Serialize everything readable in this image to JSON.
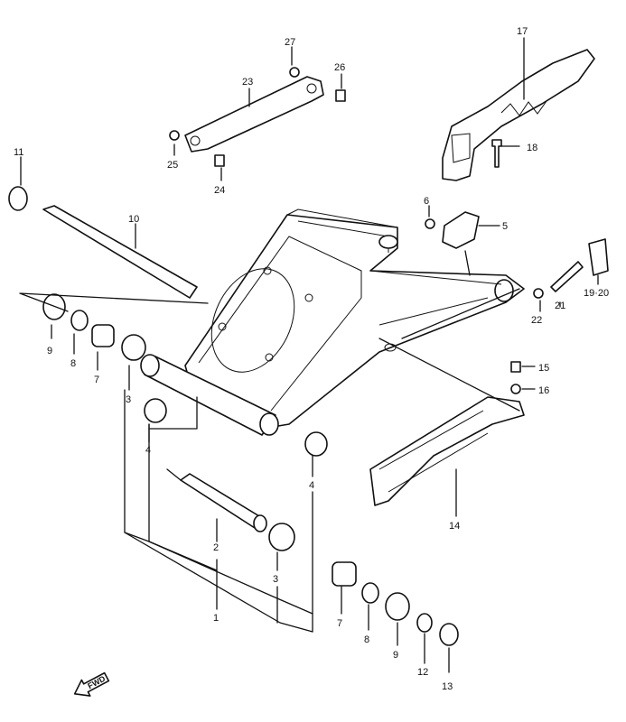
{
  "diagram": {
    "callouts": {
      "c1": "1",
      "c2": "2",
      "c3a": "3",
      "c3b": "3",
      "c4a": "4",
      "c4b": "4",
      "c5": "5",
      "c6": "6",
      "c7a": "7",
      "c7b": "7",
      "c8a": "8",
      "c8b": "8",
      "c9a": "9",
      "c9b": "9",
      "c10": "10",
      "c11": "11",
      "c12": "12",
      "c13": "13",
      "c14": "14",
      "c15": "15",
      "c16": "16",
      "c17": "17",
      "c18": "18",
      "c19_20": "19·20",
      "c21": "21",
      "c22": "22",
      "c23": "23",
      "c24": "24",
      "c25": "25",
      "c26": "26",
      "c27": "27"
    },
    "fwd_label": "FWD"
  }
}
